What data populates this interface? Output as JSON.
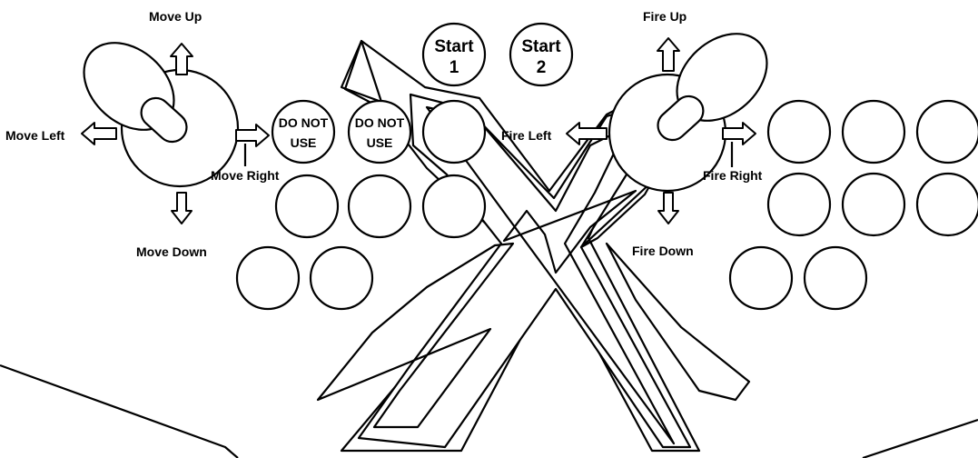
{
  "controls": {
    "move_up": "Move Up",
    "move_down": "Move Down",
    "move_left": "Move Left",
    "move_right": "Move Right",
    "fire_up": "Fire Up",
    "fire_down": "Fire Down",
    "fire_left": "Fire Left",
    "fire_right": "Fire Right"
  },
  "buttons": {
    "do_not_use_1": {
      "line1": "DO NOT",
      "line2": "USE"
    },
    "do_not_use_2": {
      "line1": "DO NOT",
      "line2": "USE"
    },
    "start1": {
      "line1": "Start",
      "line2": "1"
    },
    "start2": {
      "line1": "Start",
      "line2": "2"
    }
  }
}
